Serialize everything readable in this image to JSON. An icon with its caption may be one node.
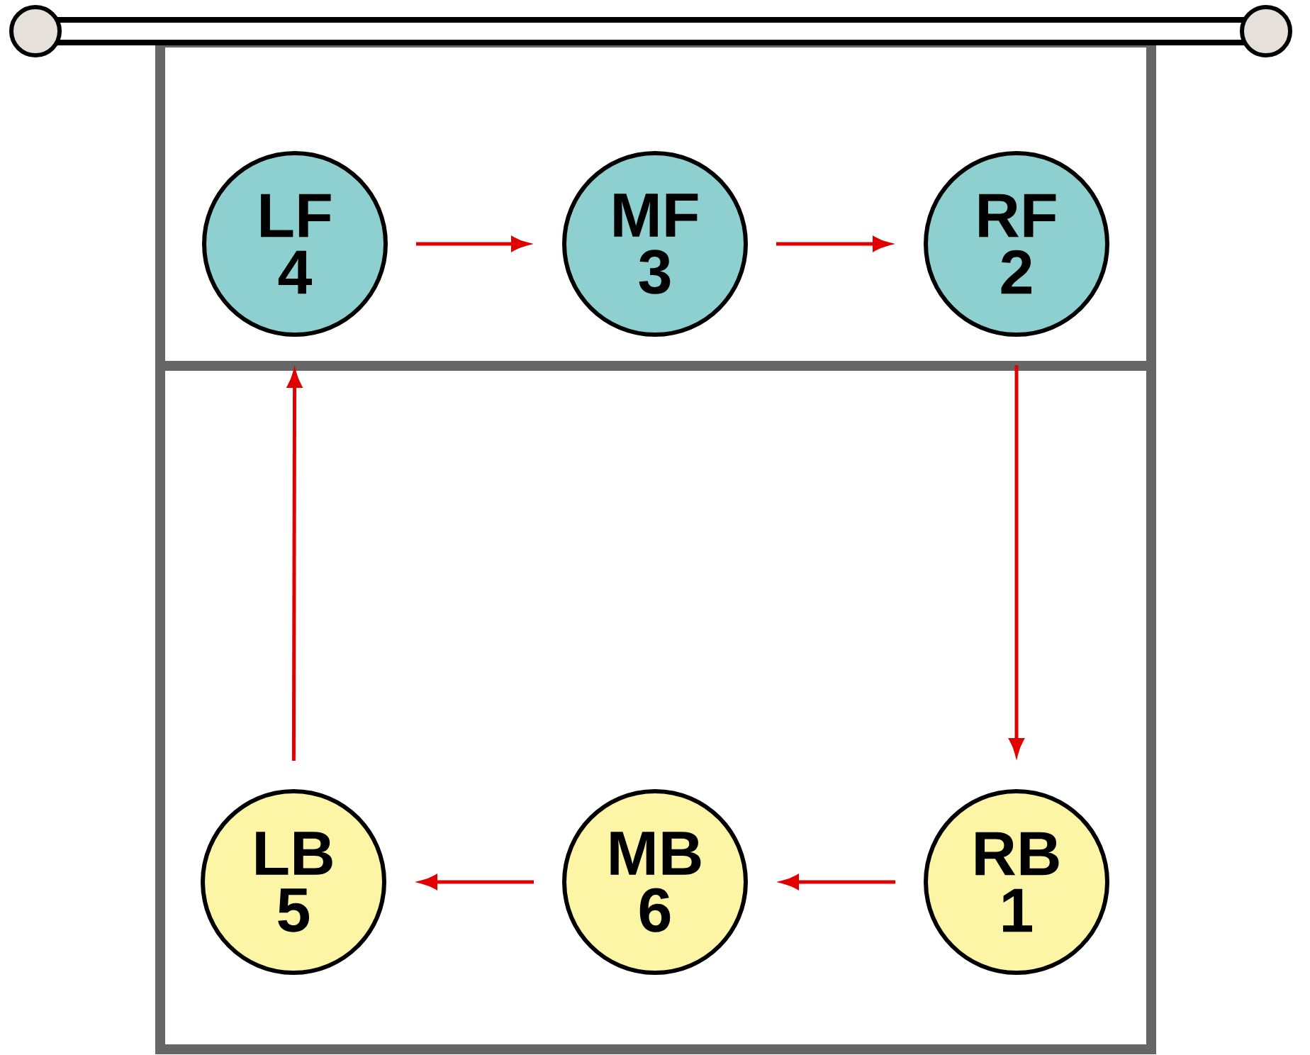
{
  "diagram": {
    "nodes": [
      {
        "text": [
          "LF",
          "4"
        ]
      },
      {
        "text": [
          "MF",
          "3"
        ]
      },
      {
        "text": [
          "RF",
          "2"
        ]
      },
      {
        "text": [
          "LB",
          "5"
        ]
      },
      {
        "text": [
          "MB",
          "6"
        ]
      },
      {
        "text": [
          "RB",
          "1"
        ]
      }
    ],
    "edges": [
      {
        "from": 0,
        "to": 1,
        "arrow": "to"
      },
      {
        "from": 1,
        "to": 2,
        "arrow": "to"
      },
      {
        "from": 2,
        "to": 5,
        "arrow": "to"
      },
      {
        "from": 5,
        "to": 4,
        "arrow": "to"
      },
      {
        "from": 4,
        "to": 3,
        "arrow": "to"
      },
      {
        "from": 3,
        "to": 0,
        "arrow": "to"
      }
    ]
  }
}
